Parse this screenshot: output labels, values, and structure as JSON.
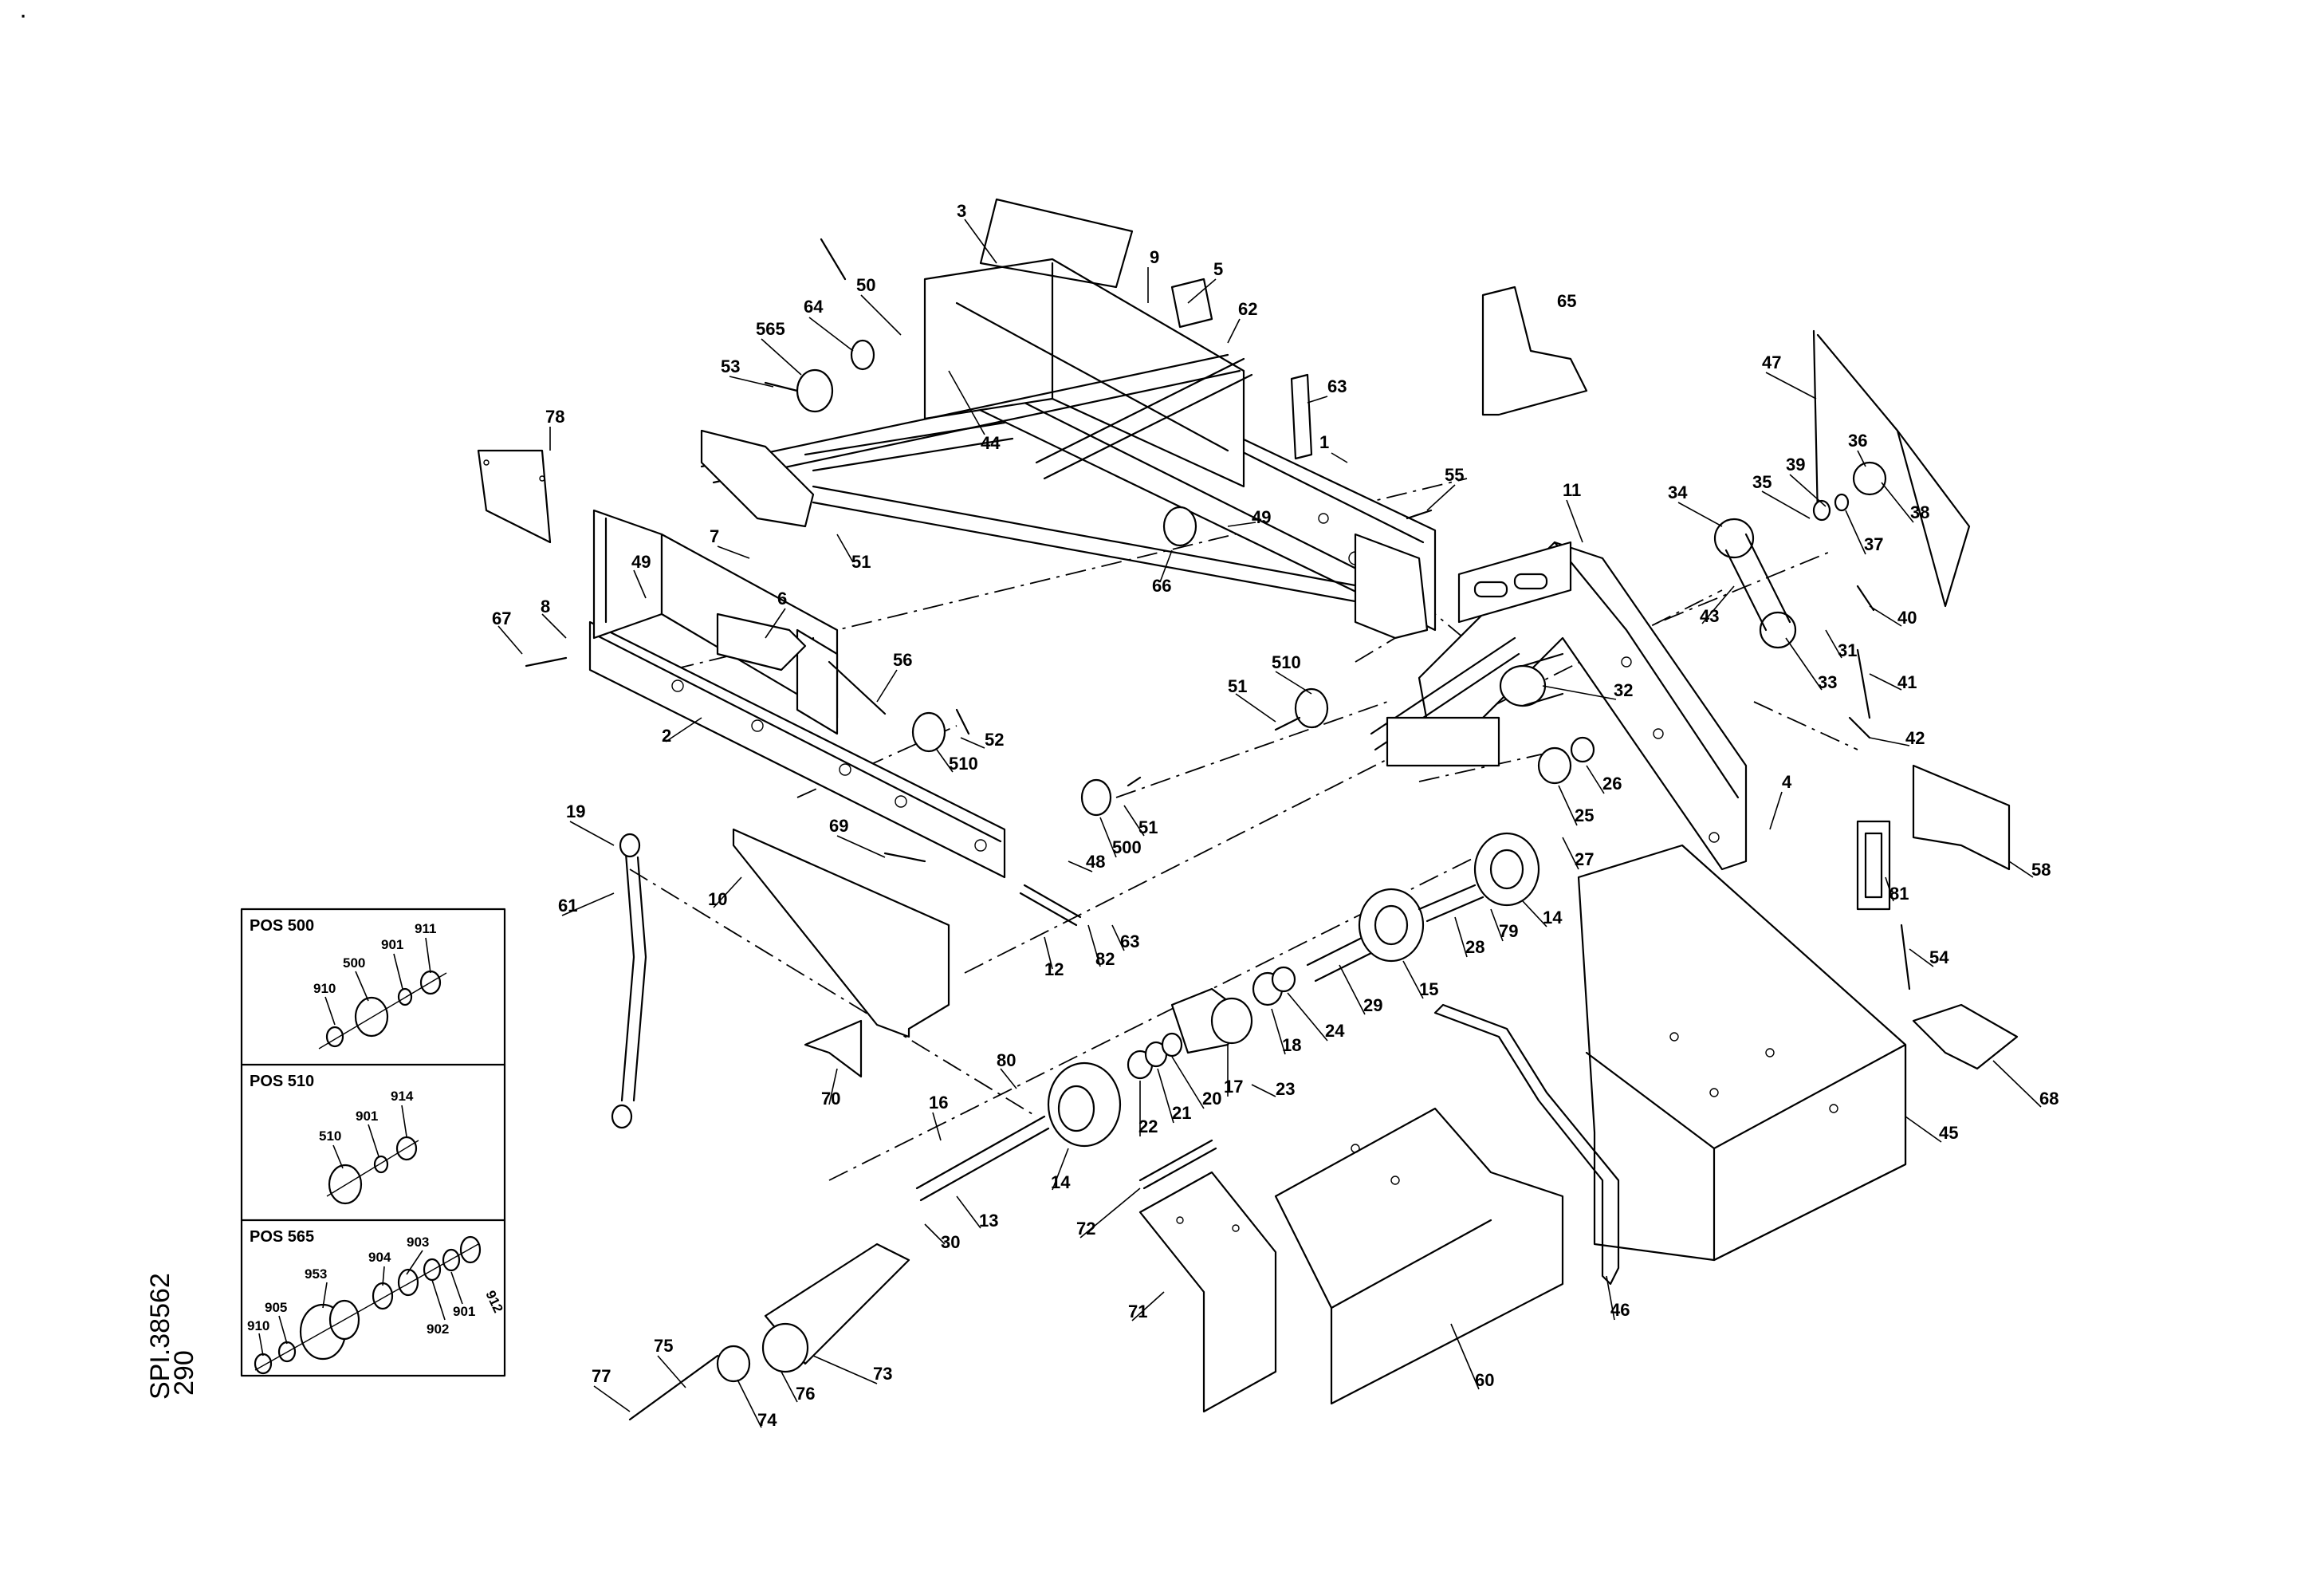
{
  "diagram": {
    "drawing_code": "SPI.38562",
    "page_number": "290",
    "corner_mark": "."
  },
  "callouts": [
    "1",
    "2",
    "3",
    "4",
    "5",
    "6",
    "7",
    "8",
    "9",
    "10",
    "11",
    "12",
    "13",
    "14",
    "14",
    "14",
    "15",
    "16",
    "17",
    "18",
    "19",
    "20",
    "21",
    "22",
    "23",
    "24",
    "25",
    "26",
    "27",
    "28",
    "29",
    "30",
    "31",
    "32",
    "33",
    "34",
    "35",
    "36",
    "37",
    "38",
    "39",
    "40",
    "41",
    "42",
    "43",
    "44",
    "45",
    "46",
    "47",
    "48",
    "49",
    "49",
    "50",
    "51",
    "51",
    "51",
    "52",
    "53",
    "54",
    "55",
    "56",
    "58",
    "60",
    "61",
    "62",
    "63",
    "63",
    "64",
    "65",
    "66",
    "67",
    "68",
    "69",
    "70",
    "71",
    "72",
    "73",
    "74",
    "75",
    "76",
    "77",
    "78",
    "79",
    "80",
    "81",
    "82",
    "500",
    "510",
    "510",
    "565"
  ],
  "insets": [
    {
      "title": "POS 500",
      "labels": [
        "910",
        "500",
        "901",
        "911"
      ]
    },
    {
      "title": "POS 510",
      "labels": [
        "510",
        "901",
        "914"
      ]
    },
    {
      "title": "POS 565",
      "labels": [
        "903",
        "904",
        "953",
        "901",
        "912",
        "902",
        "905",
        "910"
      ]
    }
  ]
}
